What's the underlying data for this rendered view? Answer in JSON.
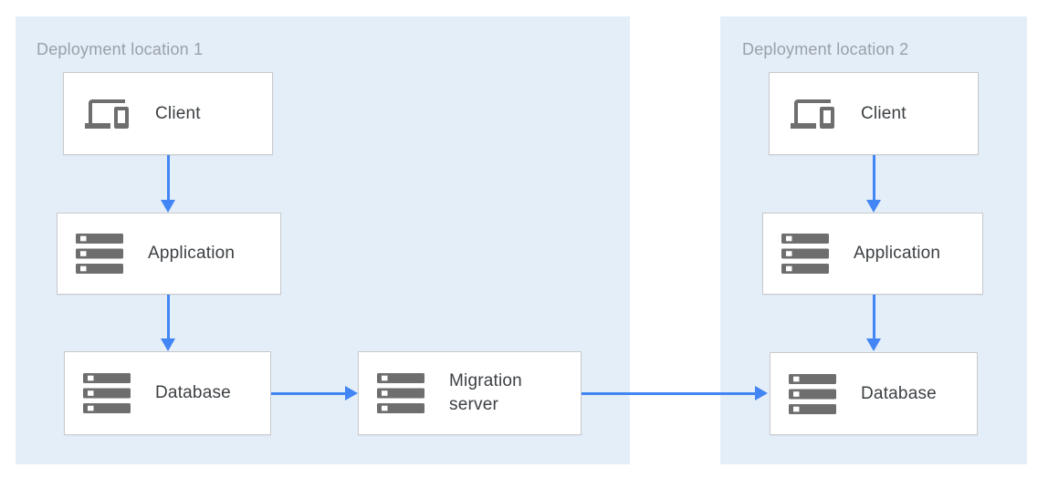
{
  "diagram": {
    "groups": {
      "loc1": {
        "title": "Deployment location 1"
      },
      "loc2": {
        "title": "Deployment location 2"
      }
    },
    "nodes": {
      "client1": {
        "label": "Client",
        "icon": "client-devices-icon",
        "group": "loc1"
      },
      "app1": {
        "label": "Application",
        "icon": "server-icon",
        "group": "loc1"
      },
      "db1": {
        "label": "Database",
        "icon": "server-icon",
        "group": "loc1"
      },
      "migration": {
        "label": "Migration server",
        "icon": "server-icon",
        "group": ""
      },
      "client2": {
        "label": "Client",
        "icon": "client-devices-icon",
        "group": "loc2"
      },
      "app2": {
        "label": "Application",
        "icon": "server-icon",
        "group": "loc2"
      },
      "db2": {
        "label": "Database",
        "icon": "server-icon",
        "group": "loc2"
      }
    },
    "edges": [
      {
        "from": "client1",
        "to": "app1",
        "direction": "down"
      },
      {
        "from": "app1",
        "to": "db1",
        "direction": "down"
      },
      {
        "from": "db1",
        "to": "migration",
        "direction": "right"
      },
      {
        "from": "migration",
        "to": "db2",
        "direction": "right"
      },
      {
        "from": "client2",
        "to": "app2",
        "direction": "down"
      },
      {
        "from": "app2",
        "to": "db2",
        "direction": "down"
      }
    ]
  },
  "colors": {
    "panel": "#e4eef9",
    "arrow": "#4285f4",
    "icon": "#6e6e6e",
    "border": "#c9c9c9",
    "label": "#3c4043",
    "group_title": "#9aa0a6"
  }
}
